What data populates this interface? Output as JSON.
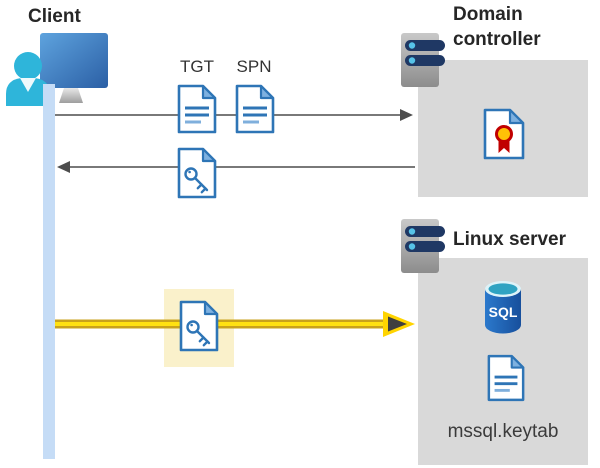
{
  "labels": {
    "client": "Client",
    "tgt": "TGT",
    "spn": "SPN",
    "domain_controller": "Domain controller",
    "linux_server": "Linux server",
    "sql": "SQL",
    "keytab_file": "mssql.keytab"
  },
  "arrows": [
    {
      "name": "client-to-domain-controller",
      "direction": "right",
      "style": "thin-gray",
      "carries": [
        "TGT",
        "SPN"
      ]
    },
    {
      "name": "domain-controller-to-client",
      "direction": "left",
      "style": "thin-gray",
      "carries": [
        "key-document"
      ]
    },
    {
      "name": "client-to-linux-server",
      "direction": "right",
      "style": "bold-yellow-highlighted",
      "carries": [
        "key-document"
      ]
    }
  ],
  "colors": {
    "document_blue": "#2E75B6",
    "document_fold": "#7EB1E0",
    "document_line_light": "#7FAFDC",
    "lifeline": "#C5DCF6",
    "panel_gray": "#D9D9D9",
    "arrow_gray": "#4D4D4D",
    "highlight_background": "#FAF1CB",
    "arrow_gold": "#C9A21B",
    "arrow_yellow": "#FFE112",
    "person_cyan": "#2EB5DA",
    "monitor_blue": "#3D77BD",
    "server_bar_navy": "#1F3864",
    "server_dot_cyan": "#56C3E8",
    "sql_body_blue": "#1B62B5",
    "sql_top_teal": "#2FA3C2",
    "seal_yellow": "#FFC107",
    "seal_red": "#C00000",
    "label_dark": "#262626"
  }
}
